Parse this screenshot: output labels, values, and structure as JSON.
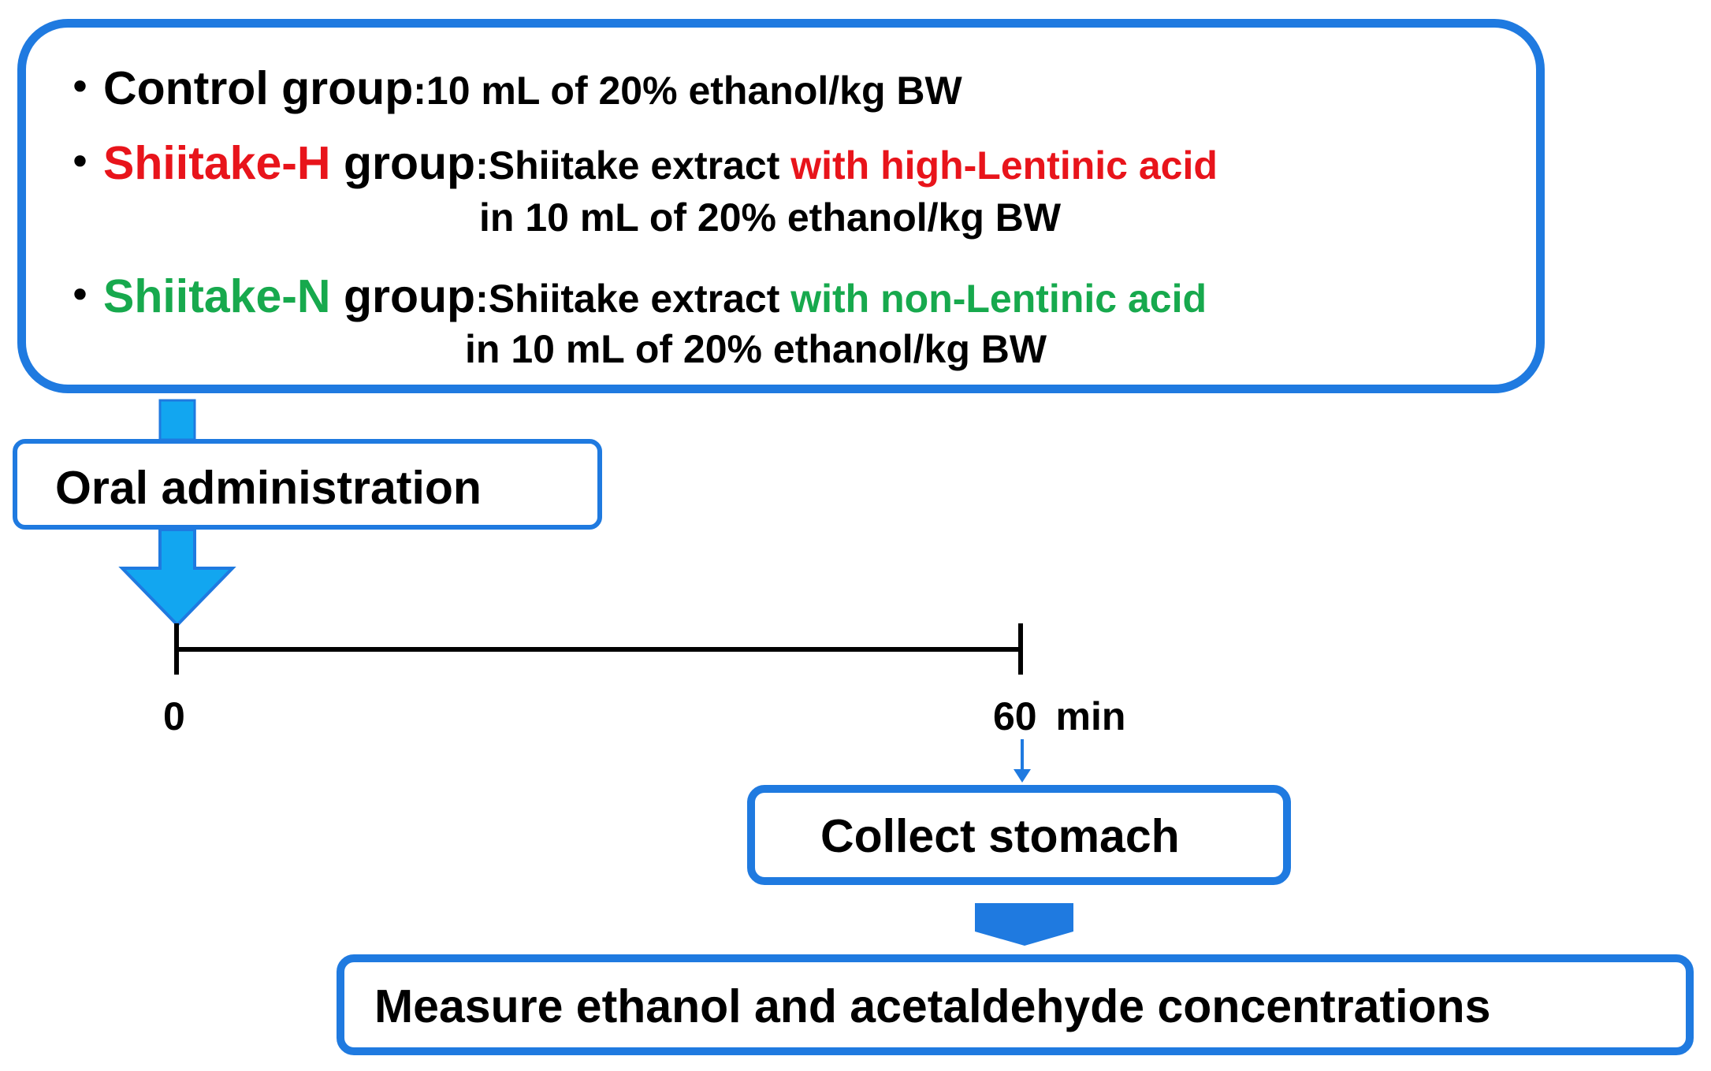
{
  "groups": [
    {
      "bullet": "・",
      "name": "Control group",
      "colon": ":",
      "desc": "10 mL of 20% ethanol/kg BW"
    },
    {
      "bullet": "・",
      "name_colored": "Shiitake-H",
      "name_rest": " group",
      "colon": ":",
      "desc": "Shiitake extract ",
      "desc_colored": "with high-Lentinic acid",
      "line2": "in 10 mL of 20% ethanol/kg BW"
    },
    {
      "bullet": "・",
      "name_colored": "Shiitake-N",
      "name_rest": " group",
      "colon": ":",
      "desc": "Shiitake extract ",
      "desc_colored": "with non-Lentinic acid",
      "line2": "in 10 mL of 20% ethanol/kg BW"
    }
  ],
  "steps": {
    "oral": "Oral administration",
    "collect": "Collect stomach",
    "measure": "Measure ethanol and acetaldehyde concentrations"
  },
  "timeline": {
    "start_label": "0",
    "end_label": "60",
    "unit": "min"
  },
  "colors": {
    "accent_blue": "#1f7ae0",
    "arrow_fill": "#12a6f0",
    "red": "#e8141b",
    "green": "#17a94d"
  }
}
